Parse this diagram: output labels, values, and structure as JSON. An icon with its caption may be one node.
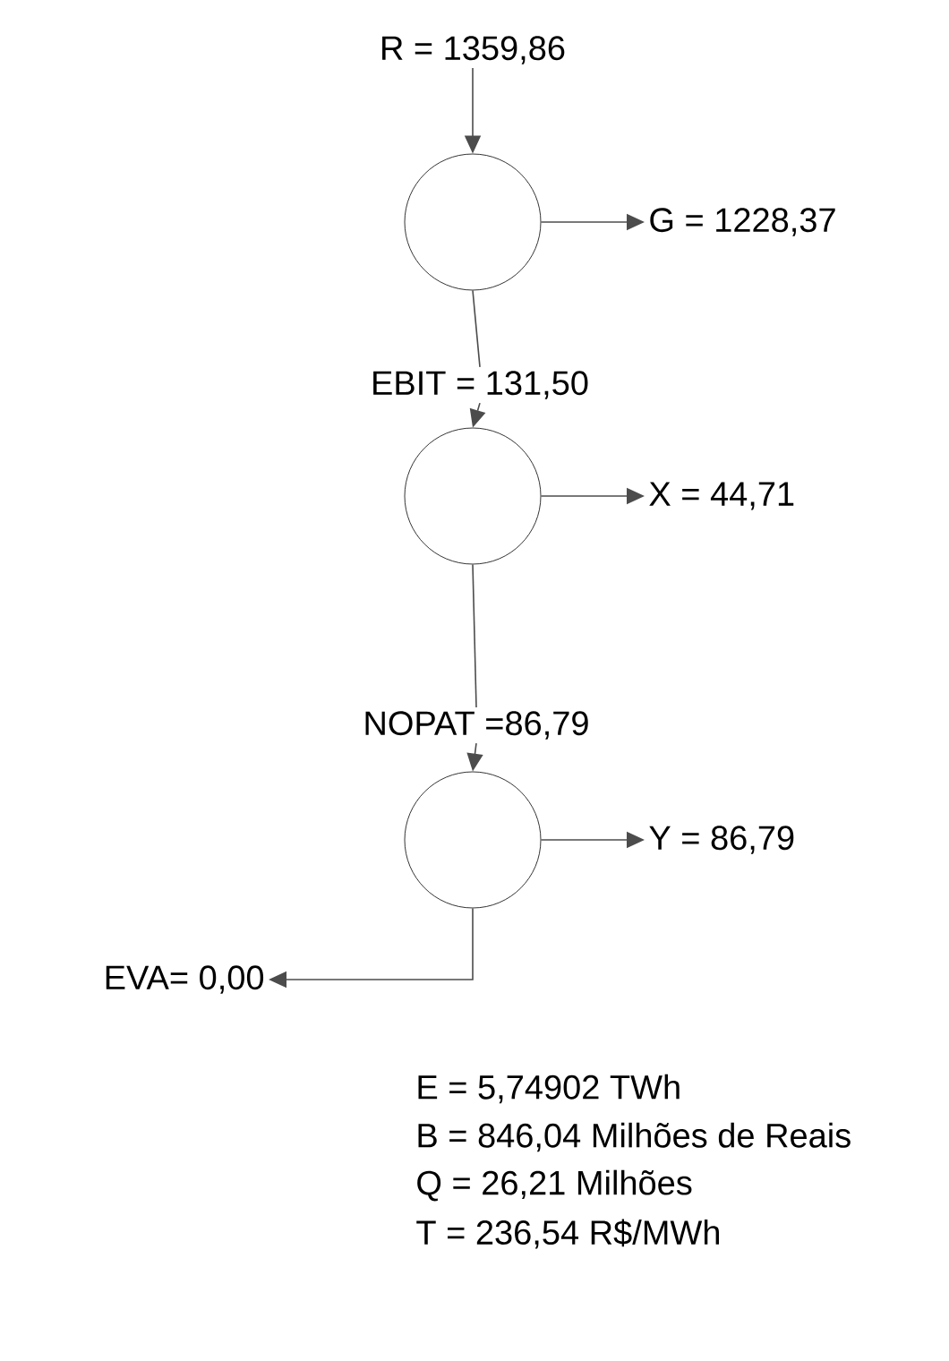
{
  "diagram": {
    "nodes": [
      {
        "text": [
          "R = 1359,86"
        ]
      },
      {
        "text": [],
        "shape": "circle"
      },
      {
        "text": [
          "G = 1228,37"
        ]
      },
      {
        "text": [
          "EBIT = 131,50"
        ]
      },
      {
        "text": [],
        "shape": "circle"
      },
      {
        "text": [
          "X = 44,71"
        ]
      },
      {
        "text": [
          "NOPAT =86,79"
        ]
      },
      {
        "text": [],
        "shape": "circle"
      },
      {
        "text": [
          "Y = 86,79"
        ]
      },
      {
        "text": [
          "EVA= 0,00"
        ]
      }
    ],
    "edges": [
      {
        "from": 0,
        "to": 1,
        "arrow": "to"
      },
      {
        "from": 1,
        "to": 2,
        "arrow": "to"
      },
      {
        "from": 1,
        "to": 3,
        "arrow": "none"
      },
      {
        "from": 3,
        "to": 4,
        "arrow": "to"
      },
      {
        "from": 4,
        "to": 5,
        "arrow": "to"
      },
      {
        "from": 4,
        "to": 6,
        "arrow": "none"
      },
      {
        "from": 6,
        "to": 7,
        "arrow": "to"
      },
      {
        "from": 7,
        "to": 8,
        "arrow": "to"
      },
      {
        "from": 7,
        "to": 9,
        "arrow": "to"
      }
    ],
    "labels": [
      "E = 5,74902 TWh",
      "B = 846,04 Milhões de Reais",
      "Q = 26,21 Milhões",
      "T = 236,54 R$/MWh"
    ]
  }
}
